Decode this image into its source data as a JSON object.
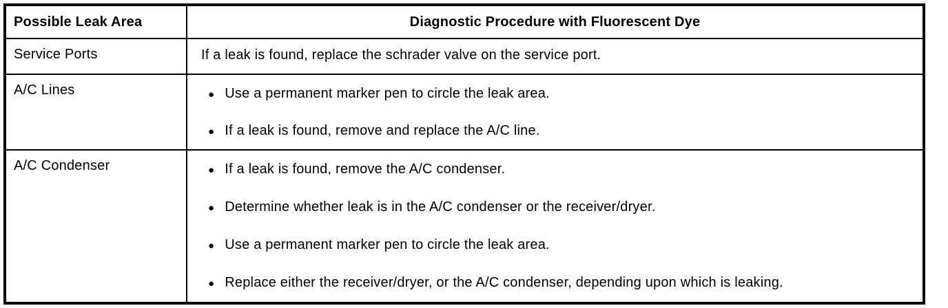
{
  "colors": {
    "border": "#000000",
    "background": "#ffffff",
    "text": "#000000"
  },
  "icons": {
    "bullet": "●"
  },
  "table": {
    "headers": [
      "Possible Leak Area",
      "Diagnostic Procedure with Fluorescent Dye"
    ],
    "rows": [
      {
        "area": "Service Ports",
        "items": [
          "If a leak is found, replace the schrader valve on the service port."
        ]
      },
      {
        "area": "A/C Lines",
        "items": [
          "Use a permanent marker pen to circle the leak area.",
          "If a leak is found, remove and replace the A/C line."
        ]
      },
      {
        "area": "A/C Condenser",
        "items": [
          "If a leak is found, remove the A/C condenser.",
          "Determine whether leak is in the A/C condenser or the receiver/dryer.",
          "Use a permanent marker pen to circle the leak area.",
          "Replace either the receiver/dryer, or the A/C condenser, depending upon which is leaking."
        ]
      }
    ]
  }
}
